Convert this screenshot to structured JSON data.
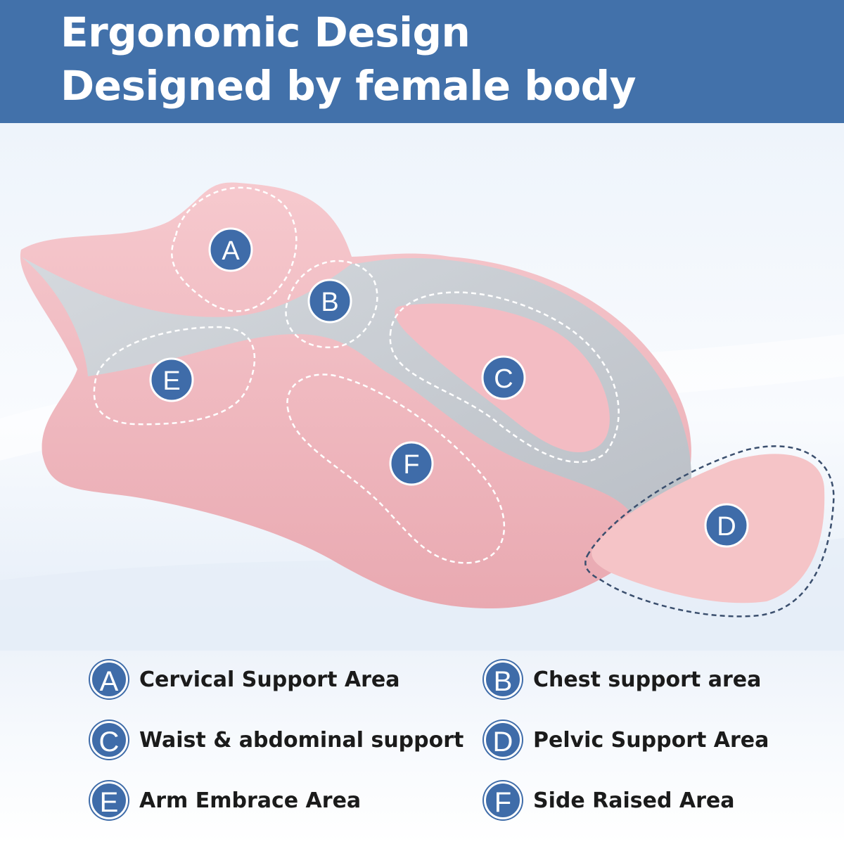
{
  "header": {
    "title_line1": "Ergonomic Design",
    "title_line2": "Designed by female body"
  },
  "colors": {
    "header_bg": "#4271aa",
    "badge_bg": "#3f6ca9",
    "pillow_pink": "#f0b8bf",
    "pillow_gray": "#c9cdd2"
  },
  "zones": [
    {
      "letter": "A"
    },
    {
      "letter": "B"
    },
    {
      "letter": "C"
    },
    {
      "letter": "D"
    },
    {
      "letter": "E"
    },
    {
      "letter": "F"
    }
  ],
  "legend": {
    "items": [
      {
        "letter": "A",
        "label": "Cervical Support Area"
      },
      {
        "letter": "B",
        "label": "Chest support area"
      },
      {
        "letter": "C",
        "label": "Waist & abdominal support"
      },
      {
        "letter": "D",
        "label": "Pelvic Support Area"
      },
      {
        "letter": "E",
        "label": "Arm Embrace Area"
      },
      {
        "letter": "F",
        "label": "Side Raised Area"
      }
    ]
  }
}
